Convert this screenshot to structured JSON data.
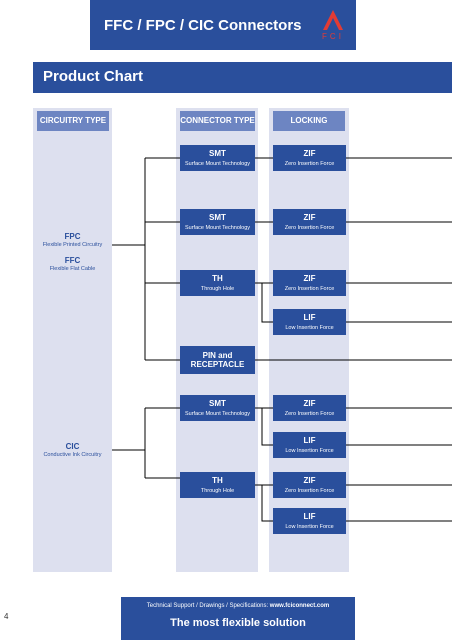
{
  "header": {
    "title": "FFC / FPC / CIC Connectors",
    "logo_letters": "FCI"
  },
  "section": {
    "title": "Product Chart"
  },
  "columns": {
    "circuitry": "CIRCUITRY TYPE",
    "connector": "CONNECTOR TYPE",
    "locking": "LOCKING"
  },
  "circuitry": {
    "fpc": {
      "title": "FPC",
      "sub": "Flexible Printed Circuitry"
    },
    "ffc": {
      "title": "FFC",
      "sub": "Flexible Flat Cable"
    },
    "cic": {
      "title": "CIC",
      "sub": "Conductive Ink Circuitry"
    }
  },
  "connectors": [
    {
      "title": "SMT",
      "sub": "Surface Mount Technology"
    },
    {
      "title": "SMT",
      "sub": "Surface Mount Technology"
    },
    {
      "title": "TH",
      "sub": "Through Hole"
    },
    {
      "title": "PIN and RECEPTACLE",
      "sub": ""
    },
    {
      "title": "SMT",
      "sub": "Surface Mount Technology"
    },
    {
      "title": "TH",
      "sub": "Through Hole"
    }
  ],
  "locking": [
    {
      "title": "ZIF",
      "sub": "Zero Insertion Force"
    },
    {
      "title": "ZIF",
      "sub": "Zero Insertion Force"
    },
    {
      "title": "ZIF",
      "sub": "Zero Insertion Force"
    },
    {
      "title": "LIF",
      "sub": "Low Insertion Force"
    },
    {
      "title": "ZIF",
      "sub": "Zero Insertion Force"
    },
    {
      "title": "LIF",
      "sub": "Low Insertion Force"
    },
    {
      "title": "ZIF",
      "sub": "Zero Insertion Force"
    },
    {
      "title": "LIF",
      "sub": "Low Insertion Force"
    }
  ],
  "footer": {
    "support_prefix": "Technical Support / Drawings / Specifications: ",
    "support_url": "www.fciconnect.com",
    "tagline": "The most flexible solution"
  },
  "page_number": "4",
  "colors": {
    "brand_blue": "#2a4f9c",
    "header_light": "#6d85c2",
    "column_bg": "#dde0ef",
    "logo_red": "#e23b34"
  }
}
